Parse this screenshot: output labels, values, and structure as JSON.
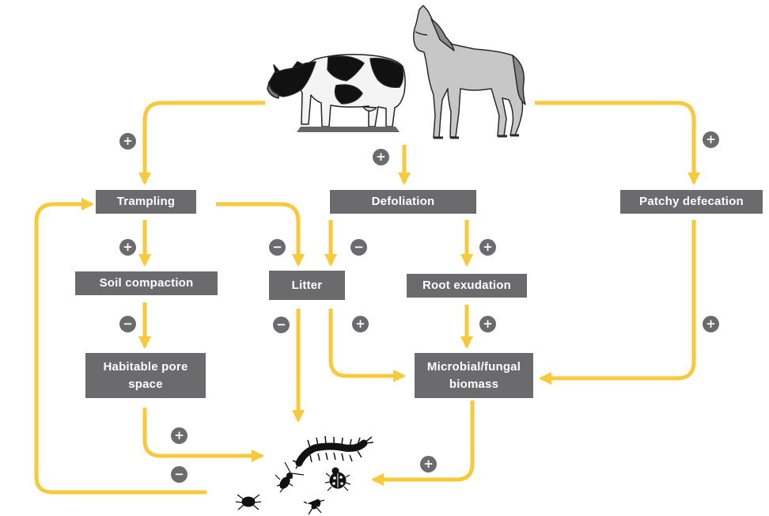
{
  "colors": {
    "arrow": "#F9C93C",
    "box": "#6B6B6D",
    "box_text": "#FFFFFF",
    "sign": "#6B6B6D"
  },
  "icons": [
    "cow-icon",
    "horse-icon",
    "centipede-icon",
    "beetle-icon",
    "ladybird-icon",
    "mite-icon",
    "springtail-icon"
  ],
  "nodes": {
    "trampling": "Trampling",
    "defoliation": "Defoliation",
    "patchy_defecation": "Patchy defecation",
    "soil_compaction": "Soil compaction",
    "litter": "Litter",
    "root_exudation": "Root exudation",
    "habitable_pore_space": "Habitable pore space",
    "microbial_fungal_biomass": "Microbial/fungal biomass"
  },
  "signs": {
    "livestock_to_trampling": "+",
    "livestock_to_defoliation": "+",
    "livestock_to_patchy_defecation": "+",
    "trampling_to_soil_compaction": "+",
    "trampling_to_litter": "−",
    "defoliation_to_litter": "−",
    "defoliation_to_root_exudation": "+",
    "soil_compaction_to_pore_space": "−",
    "litter_to_soil_fauna": "−",
    "litter_to_microbial_biomass": "+",
    "root_exudation_to_microbial_biomass": "+",
    "defecation_to_microbial_biomass": "+",
    "pore_space_to_soil_fauna": "+",
    "soil_fauna_to_trampling": "−",
    "microbial_biomass_to_soil_fauna": "+"
  }
}
